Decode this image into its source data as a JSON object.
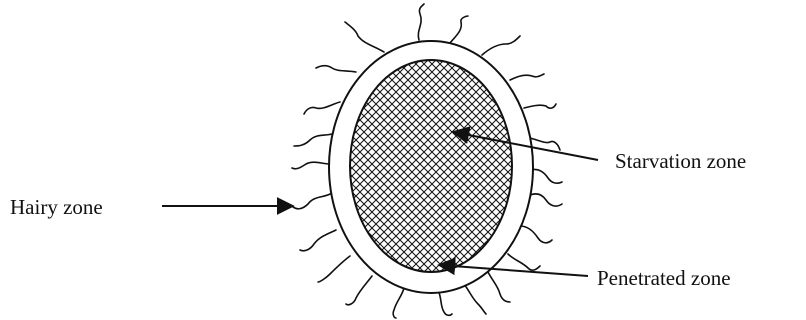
{
  "labels": {
    "starvation": "Starvation zone",
    "hairy": "Hairy zone",
    "penetrated": "Penetrated zone"
  },
  "colors": {
    "ink": "#111111",
    "background": "#ffffff"
  }
}
